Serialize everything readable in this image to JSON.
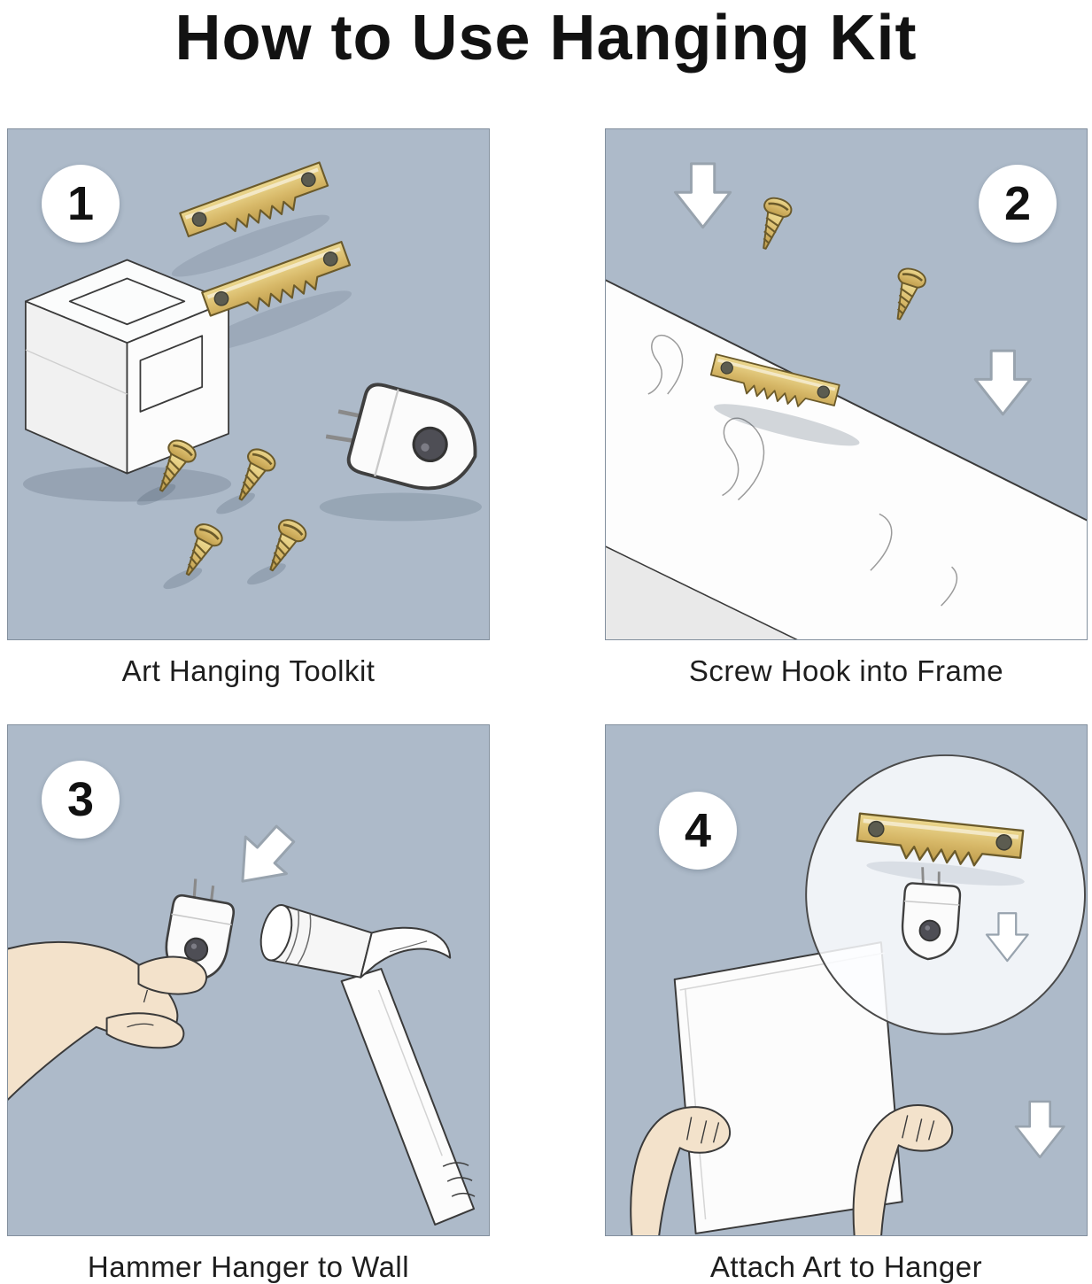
{
  "title": "How to Use Hanging Kit",
  "panels": [
    {
      "number": "1",
      "caption": "Art Hanging Toolkit"
    },
    {
      "number": "2",
      "caption": "Screw Hook into Frame"
    },
    {
      "number": "3",
      "caption": "Hammer Hanger to Wall"
    },
    {
      "number": "4",
      "caption": "Attach Art to Hanger"
    }
  ],
  "colors": {
    "page_bg": "#ffffff",
    "panel_bg": "#adbac9",
    "brass": "#d9bc6e",
    "brass_dark": "#b1924a",
    "outline": "#3a3a3a",
    "arrow_fill": "#ffffff",
    "skin": "#f3e2cb",
    "text": "#1e1e1e"
  },
  "icons": {
    "sawtooth_hanger": "gold sawtooth picture hanger bracket",
    "screw": "gold wood screw",
    "plastic_hook": "white hardwall hanger hook with pins",
    "storage_box": "clear storage box",
    "down_arrow": "white block arrow pointing down",
    "hammer": "hammer",
    "hand": "hand",
    "canvas": "art frame canvas",
    "magnifier": "magnified detail circle"
  }
}
